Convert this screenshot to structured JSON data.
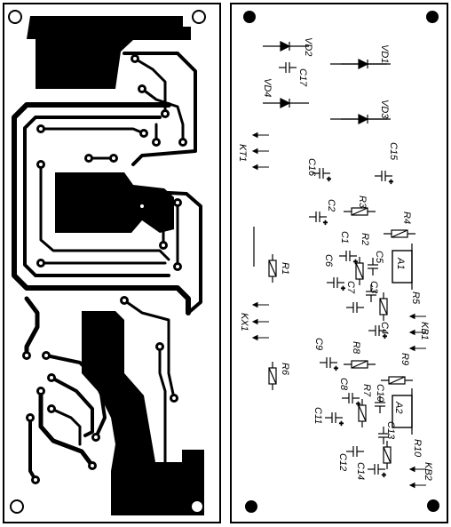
{
  "colors": {
    "copper": "#000000",
    "board": "#ffffff",
    "outline": "#000000"
  },
  "layout_board": {
    "components": [
      {
        "id": "vd2",
        "label": "VD2",
        "kind": "diode"
      },
      {
        "id": "vd1",
        "label": "VD1",
        "kind": "diode"
      },
      {
        "id": "c17",
        "label": "C17",
        "kind": "capacitor"
      },
      {
        "id": "vd4",
        "label": "VD4",
        "kind": "diode"
      },
      {
        "id": "vd3",
        "label": "VD3",
        "kind": "diode"
      },
      {
        "id": "c16",
        "label": "C16",
        "kind": "capacitor-polar"
      },
      {
        "id": "c15",
        "label": "C15",
        "kind": "capacitor-polar"
      },
      {
        "id": "c2",
        "label": "C2",
        "kind": "capacitor-polar"
      },
      {
        "id": "r3",
        "label": "R3",
        "kind": "resistor"
      },
      {
        "id": "r4",
        "label": "R4",
        "kind": "resistor"
      },
      {
        "id": "c1",
        "label": "C1",
        "kind": "capacitor-polar"
      },
      {
        "id": "r2",
        "label": "R2",
        "kind": "resistor"
      },
      {
        "id": "c5",
        "label": "C5",
        "kind": "capacitor"
      },
      {
        "id": "a1",
        "label": "A1",
        "kind": "chip"
      },
      {
        "id": "c6",
        "label": "C6",
        "kind": "capacitor-polar"
      },
      {
        "id": "c3",
        "label": "C3",
        "kind": "capacitor"
      },
      {
        "id": "r1",
        "label": "R1",
        "kind": "resistor"
      },
      {
        "id": "c7",
        "label": "C7",
        "kind": "capacitor"
      },
      {
        "id": "r5",
        "label": "R5",
        "kind": "resistor"
      },
      {
        "id": "c4",
        "label": "C4",
        "kind": "capacitor-polar"
      },
      {
        "id": "c9",
        "label": "C9",
        "kind": "capacitor-polar"
      },
      {
        "id": "r8",
        "label": "R8",
        "kind": "resistor"
      },
      {
        "id": "r9",
        "label": "R9",
        "kind": "resistor"
      },
      {
        "id": "r6",
        "label": "R6",
        "kind": "resistor"
      },
      {
        "id": "c8",
        "label": "C8",
        "kind": "capacitor-polar"
      },
      {
        "id": "r7",
        "label": "R7",
        "kind": "resistor"
      },
      {
        "id": "c10",
        "label": "C10",
        "kind": "capacitor"
      },
      {
        "id": "a2",
        "label": "A2",
        "kind": "chip"
      },
      {
        "id": "c13",
        "label": "C13",
        "kind": "capacitor"
      },
      {
        "id": "c11",
        "label": "C11",
        "kind": "capacitor-polar"
      },
      {
        "id": "r10",
        "label": "R10",
        "kind": "resistor"
      },
      {
        "id": "c12",
        "label": "C12",
        "kind": "capacitor"
      },
      {
        "id": "c14",
        "label": "C14",
        "kind": "capacitor-polar"
      }
    ],
    "connectors": [
      {
        "id": "kt1",
        "label": "KT1"
      },
      {
        "id": "kx1",
        "label": "KX1"
      },
      {
        "id": "kb1",
        "label": "KB1"
      },
      {
        "id": "kb2",
        "label": "KB2"
      }
    ]
  }
}
